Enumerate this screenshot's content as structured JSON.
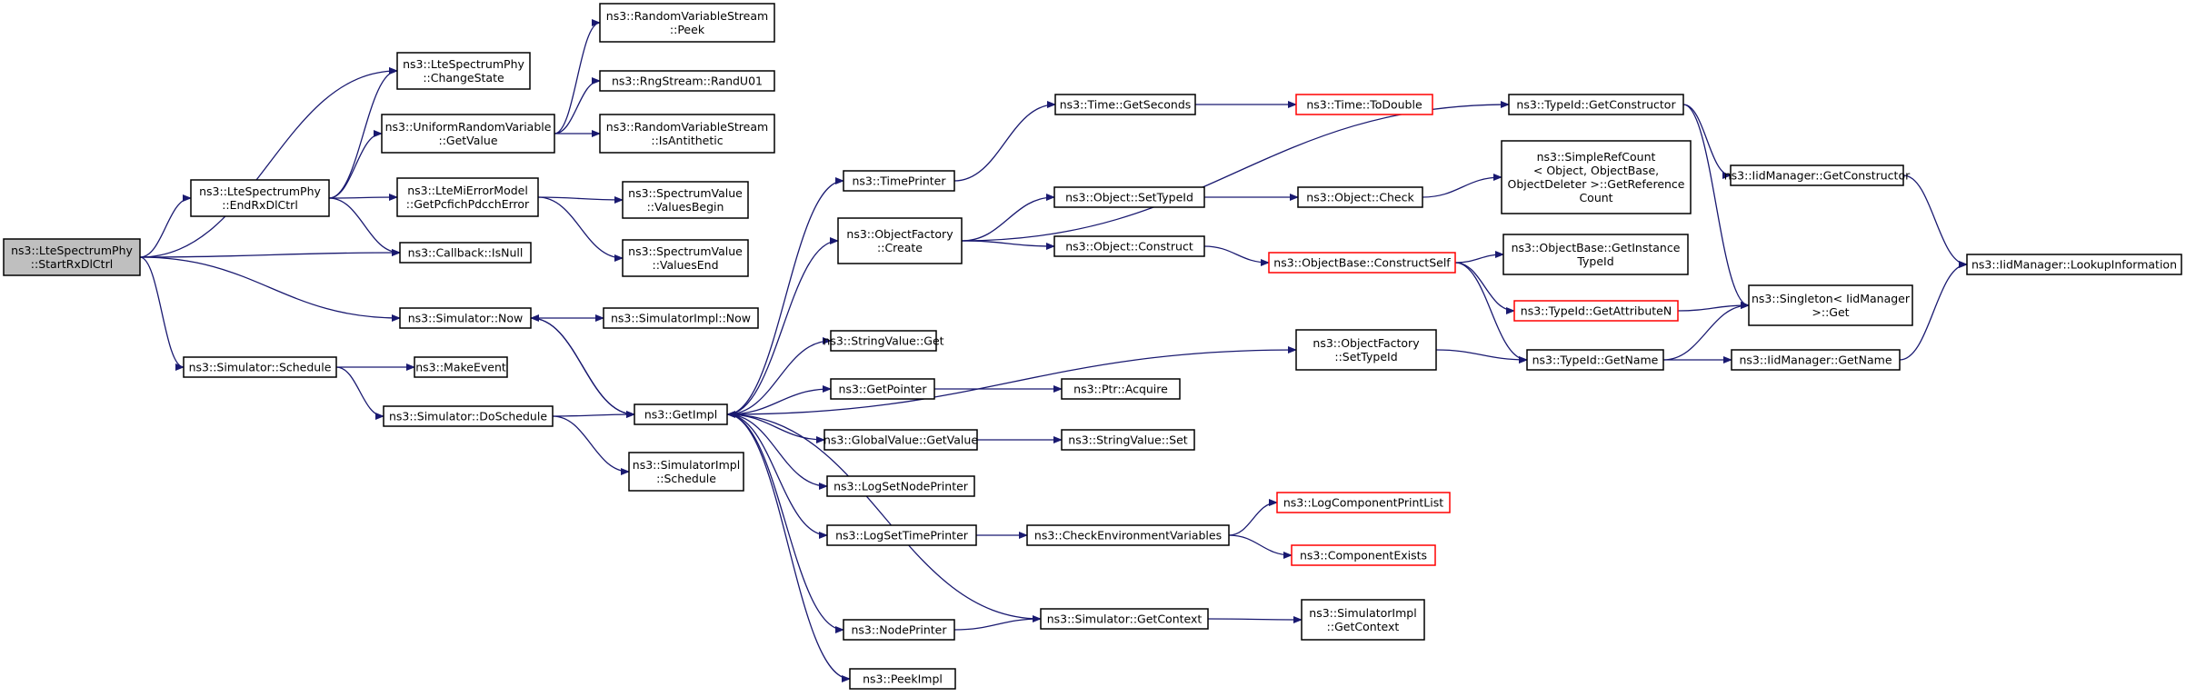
{
  "diagram": {
    "type": "call-graph",
    "colors": {
      "edge": "#191970",
      "root_fill": "#bfbfbf",
      "node_border": "#000000",
      "truncated_border": "#ff0000"
    },
    "nodes": [
      {
        "id": "root",
        "lines": [
          "ns3::LteSpectrumPhy",
          "::StartRxDlCtrl"
        ],
        "style": "root"
      },
      {
        "id": "changestate",
        "lines": [
          "ns3::LteSpectrumPhy",
          "::ChangeState"
        ]
      },
      {
        "id": "endrx",
        "lines": [
          "ns3::LteSpectrumPhy",
          "::EndRxDlCtrl"
        ]
      },
      {
        "id": "urvget",
        "lines": [
          "ns3::UniformRandomVariable",
          "::GetValue"
        ]
      },
      {
        "id": "rvspeek",
        "lines": [
          "ns3::RandomVariableStream",
          "::Peek"
        ]
      },
      {
        "id": "randu01",
        "lines": [
          "ns3::RngStream::RandU01"
        ]
      },
      {
        "id": "isanti",
        "lines": [
          "ns3::RandomVariableStream",
          "::IsAntithetic"
        ]
      },
      {
        "id": "pcfich",
        "lines": [
          "ns3::LteMiErrorModel",
          "::GetPcfichPdcchError"
        ]
      },
      {
        "id": "valbegin",
        "lines": [
          "ns3::SpectrumValue",
          "::ValuesBegin"
        ]
      },
      {
        "id": "valend",
        "lines": [
          "ns3::SpectrumValue",
          "::ValuesEnd"
        ]
      },
      {
        "id": "isnull",
        "lines": [
          "ns3::Callback::IsNull"
        ]
      },
      {
        "id": "simnow",
        "lines": [
          "ns3::Simulator::Now"
        ]
      },
      {
        "id": "simimplnow",
        "lines": [
          "ns3::SimulatorImpl::Now"
        ]
      },
      {
        "id": "schedule",
        "lines": [
          "ns3::Simulator::Schedule"
        ]
      },
      {
        "id": "makeevent",
        "lines": [
          "ns3::MakeEvent"
        ]
      },
      {
        "id": "dosched",
        "lines": [
          "ns3::Simulator::DoSchedule"
        ]
      },
      {
        "id": "getimpl",
        "lines": [
          "ns3::GetImpl"
        ]
      },
      {
        "id": "siminplsched",
        "lines": [
          "ns3::SimulatorImpl",
          "::Schedule"
        ]
      },
      {
        "id": "timeprinter",
        "lines": [
          "ns3::TimePrinter"
        ]
      },
      {
        "id": "getseconds",
        "lines": [
          "ns3::Time::GetSeconds"
        ]
      },
      {
        "id": "todouble",
        "lines": [
          "ns3::Time::ToDouble"
        ],
        "style": "truncated"
      },
      {
        "id": "ofcreate",
        "lines": [
          "ns3::ObjectFactory",
          "::Create"
        ]
      },
      {
        "id": "settypeid",
        "lines": [
          "ns3::Object::SetTypeId"
        ]
      },
      {
        "id": "objcheck",
        "lines": [
          "ns3::Object::Check"
        ]
      },
      {
        "id": "getref",
        "lines": [
          "ns3::SimpleRefCount",
          "< Object, ObjectBase,",
          "ObjectDeleter >::GetReference",
          "Count"
        ]
      },
      {
        "id": "objconstruct",
        "lines": [
          "ns3::Object::Construct"
        ]
      },
      {
        "id": "constructself",
        "lines": [
          "ns3::ObjectBase::ConstructSelf"
        ],
        "style": "truncated"
      },
      {
        "id": "getinsttype",
        "lines": [
          "ns3::ObjectBase::GetInstance",
          "TypeId"
        ]
      },
      {
        "id": "getattrn",
        "lines": [
          "ns3::TypeId::GetAttributeN"
        ],
        "style": "truncated"
      },
      {
        "id": "typeidgetname",
        "lines": [
          "ns3::TypeId::GetName"
        ]
      },
      {
        "id": "gettypector",
        "lines": [
          "ns3::TypeId::GetConstructor"
        ]
      },
      {
        "id": "iidgetctor",
        "lines": [
          "ns3::IidManager::GetConstructor"
        ]
      },
      {
        "id": "singleton",
        "lines": [
          "ns3::Singleton< IidManager",
          ">::Get"
        ]
      },
      {
        "id": "iidgetname",
        "lines": [
          "ns3::IidManager::GetName"
        ]
      },
      {
        "id": "lookup",
        "lines": [
          "ns3::IidManager::LookupInformation"
        ]
      },
      {
        "id": "ofsettype",
        "lines": [
          "ns3::ObjectFactory",
          "::SetTypeId"
        ]
      },
      {
        "id": "strget",
        "lines": [
          "ns3::StringValue::Get"
        ]
      },
      {
        "id": "getpointer",
        "lines": [
          "ns3::GetPointer"
        ]
      },
      {
        "id": "ptracquire",
        "lines": [
          "ns3::Ptr::Acquire"
        ]
      },
      {
        "id": "gvget",
        "lines": [
          "ns3::GlobalValue::GetValue"
        ]
      },
      {
        "id": "strset",
        "lines": [
          "ns3::StringValue::Set"
        ]
      },
      {
        "id": "setnodeprinter",
        "lines": [
          "ns3::LogSetNodePrinter"
        ]
      },
      {
        "id": "settimeprinter",
        "lines": [
          "ns3::LogSetTimePrinter"
        ]
      },
      {
        "id": "checkenv",
        "lines": [
          "ns3::CheckEnvironmentVariables"
        ]
      },
      {
        "id": "printlist",
        "lines": [
          "ns3::LogComponentPrintList"
        ],
        "style": "truncated"
      },
      {
        "id": "compexists",
        "lines": [
          "ns3::ComponentExists"
        ],
        "style": "truncated"
      },
      {
        "id": "nodeprinter",
        "lines": [
          "ns3::NodePrinter"
        ]
      },
      {
        "id": "simgetctx",
        "lines": [
          "ns3::Simulator::GetContext"
        ]
      },
      {
        "id": "implgetctx",
        "lines": [
          "ns3::SimulatorImpl",
          "::GetContext"
        ]
      },
      {
        "id": "peekimpl",
        "lines": [
          "ns3::PeekImpl"
        ]
      }
    ],
    "edges": [
      [
        "root",
        "changestate"
      ],
      [
        "root",
        "endrx"
      ],
      [
        "root",
        "isnull"
      ],
      [
        "root",
        "simnow"
      ],
      [
        "root",
        "schedule"
      ],
      [
        "endrx",
        "changestate"
      ],
      [
        "endrx",
        "urvget"
      ],
      [
        "endrx",
        "pcfich"
      ],
      [
        "endrx",
        "isnull"
      ],
      [
        "urvget",
        "rvspeek"
      ],
      [
        "urvget",
        "randu01"
      ],
      [
        "urvget",
        "isanti"
      ],
      [
        "pcfich",
        "valbegin"
      ],
      [
        "pcfich",
        "valend"
      ],
      [
        "simnow",
        "simimplnow"
      ],
      [
        "simnow",
        "getimpl"
      ],
      [
        "schedule",
        "makeevent"
      ],
      [
        "schedule",
        "dosched"
      ],
      [
        "dosched",
        "getimpl"
      ],
      [
        "dosched",
        "siminplsched"
      ],
      [
        "getimpl",
        "timeprinter"
      ],
      [
        "getimpl",
        "ofcreate"
      ],
      [
        "getimpl",
        "ofsettype"
      ],
      [
        "getimpl",
        "strget"
      ],
      [
        "getimpl",
        "getpointer"
      ],
      [
        "getimpl",
        "gvget"
      ],
      [
        "getimpl",
        "setnodeprinter"
      ],
      [
        "getimpl",
        "settimeprinter"
      ],
      [
        "getimpl",
        "nodeprinter"
      ],
      [
        "getimpl",
        "peekimpl"
      ],
      [
        "getimpl",
        "simnow"
      ],
      [
        "timeprinter",
        "getseconds"
      ],
      [
        "getseconds",
        "todouble"
      ],
      [
        "ofcreate",
        "settypeid"
      ],
      [
        "ofcreate",
        "objconstruct"
      ],
      [
        "ofcreate",
        "gettypector"
      ],
      [
        "settypeid",
        "objcheck"
      ],
      [
        "objcheck",
        "getref"
      ],
      [
        "objconstruct",
        "constructself"
      ],
      [
        "constructself",
        "getinsttype"
      ],
      [
        "constructself",
        "getattrn"
      ],
      [
        "constructself",
        "typeidgetname"
      ],
      [
        "getattrn",
        "singleton"
      ],
      [
        "gettypector",
        "iidgetctor"
      ],
      [
        "gettypector",
        "singleton"
      ],
      [
        "iidgetctor",
        "lookup"
      ],
      [
        "typeidgetname",
        "singleton"
      ],
      [
        "typeidgetname",
        "iidgetname"
      ],
      [
        "iidgetname",
        "lookup"
      ],
      [
        "ofsettype",
        "typeidgetname"
      ],
      [
        "getpointer",
        "ptracquire"
      ],
      [
        "gvget",
        "strset"
      ],
      [
        "settimeprinter",
        "checkenv"
      ],
      [
        "checkenv",
        "printlist"
      ],
      [
        "checkenv",
        "compexists"
      ],
      [
        "nodeprinter",
        "simgetctx"
      ],
      [
        "simgetctx",
        "implgetctx"
      ],
      [
        "simgetctx",
        "getimpl"
      ]
    ]
  }
}
